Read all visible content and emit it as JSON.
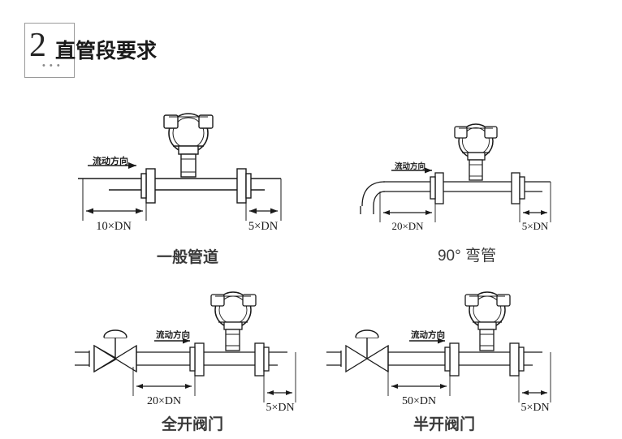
{
  "header": {
    "number": "2",
    "title": "直管段要求",
    "dots": "• • •"
  },
  "figures": [
    {
      "id": "general-pipe",
      "caption": "一般管道",
      "flow_label": "流动方向",
      "upstream_dim": "10×DN",
      "downstream_dim": "5×DN",
      "upstream_fitting": "none"
    },
    {
      "id": "elbow-90",
      "caption": "90° 弯管",
      "flow_label": "流动方向",
      "upstream_dim": "20×DN",
      "downstream_dim": "5×DN",
      "upstream_fitting": "elbow"
    },
    {
      "id": "fully-open-valve",
      "caption": "全开阀门",
      "flow_label": "流动方向",
      "upstream_dim": "20×DN",
      "downstream_dim": "5×DN",
      "upstream_fitting": "valve"
    },
    {
      "id": "half-open-valve",
      "caption": "半开阀门",
      "flow_label": "流动方向",
      "upstream_dim": "50×DN",
      "downstream_dim": "5×DN",
      "upstream_fitting": "valve"
    }
  ],
  "colors": {
    "line": "#1a1a1a",
    "text": "#1a1a1a",
    "caption": "#3a3a3a",
    "box_border": "#9a9a9a",
    "background": "#ffffff"
  }
}
